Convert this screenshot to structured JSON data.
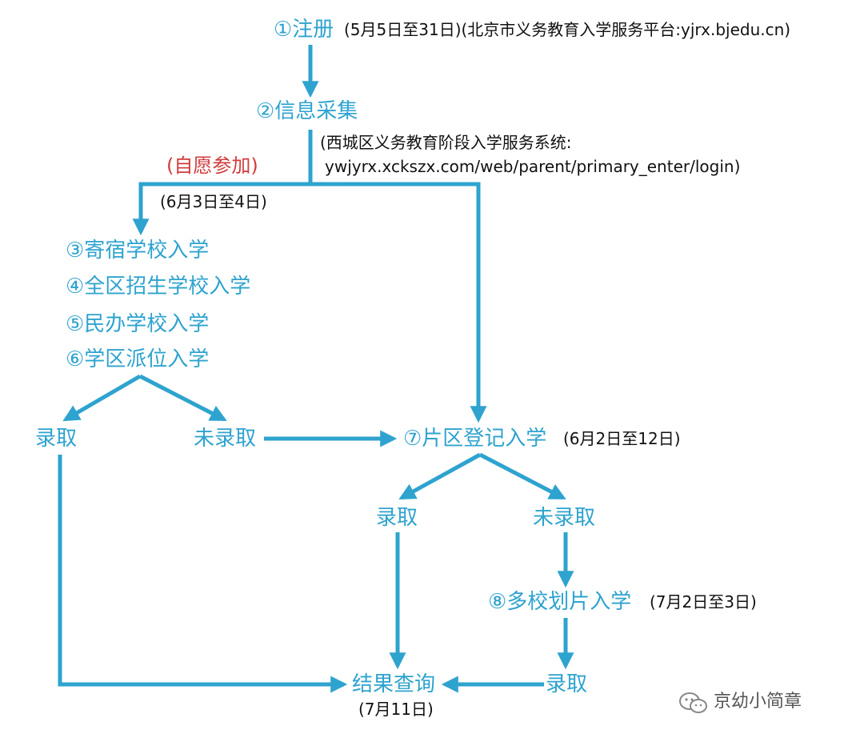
{
  "steps": {
    "register": "①注册",
    "register_note": "(5月5日至31日)(北京市义务教育入学服务平台:yjrx.bjedu.cn)",
    "info": "②信息采集",
    "info_note_1": "(西城区义务教育阶段入学服务系统:",
    "info_note_2": "ywjyrx.xckszx.com/web/parent/primary_enter/login)",
    "voluntary": "(自愿参加)",
    "voluntary_date": "(6月3日至4日)",
    "boarding": "③寄宿学校入学",
    "district_wide": "④全区招生学校入学",
    "private": "⑤民办学校入学",
    "school_district": "⑥学区派位入学",
    "admitted_left": "录取",
    "not_admitted_left": "未录取",
    "zone_registration": "⑦片区登记入学",
    "zone_date": "(6月2日至12日)",
    "admitted_mid": "录取",
    "not_admitted_right": "未录取",
    "multi_school": "⑧多校划片入学",
    "multi_date": "(7月2日至3日)",
    "admitted_right": "录取",
    "result": "结果查询",
    "result_date": "(7月11日)"
  },
  "watermark": {
    "text": "京幼小简章",
    "icon": "wechat-icon"
  },
  "colors": {
    "flow": "#2ea3cf",
    "emphasis": "#d13b3b",
    "text": "#111111"
  }
}
